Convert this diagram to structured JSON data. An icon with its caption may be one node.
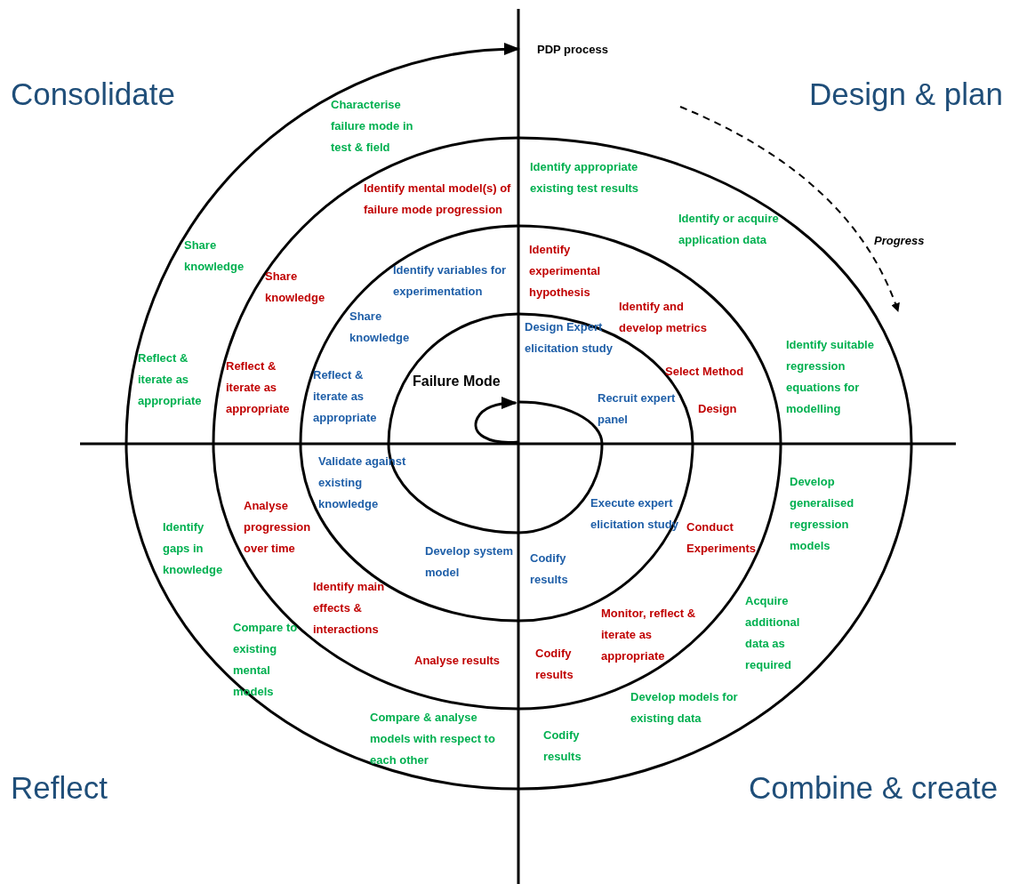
{
  "diagram": {
    "labels": [
      "PDP process",
      "Consolidate",
      "Design & plan",
      "Characterise failure mode in test & field",
      "Identify appropriate existing test results",
      "Identify mental model(s) of failure mode progression",
      "Identify or acquire application data",
      "Progress",
      "Share knowledge",
      "Identify experimental hypothesis",
      "Identify variables for experimentation",
      "Share knowledge",
      "Identify and develop metrics",
      "Share knowledge",
      "Design Expert elicitation study",
      "Identify suitable regression equations for modelling",
      "Reflect & iterate as appropriate",
      "Reflect & iterate as appropriate",
      "Select Method",
      "Reflect & iterate as appropriate",
      "Failure Mode",
      "Recruit expert panel",
      "Design",
      "Validate against existing knowledge",
      "Develop generalised regression models",
      "Analyse progression over time",
      "Execute expert elicitation study",
      "Identify gaps in knowledge",
      "Conduct Experiments",
      "Develop system model",
      "Codify results",
      "Identify main effects & interactions",
      "Acquire additional data as required",
      "Compare to existing mental models",
      "Monitor, reflect & iterate as appropriate",
      "Codify results",
      "Analyse results",
      "Develop models for existing data",
      "Compare & analyse models with respect to each other",
      "Codify results",
      "Reflect",
      "Combine & create"
    ]
  }
}
